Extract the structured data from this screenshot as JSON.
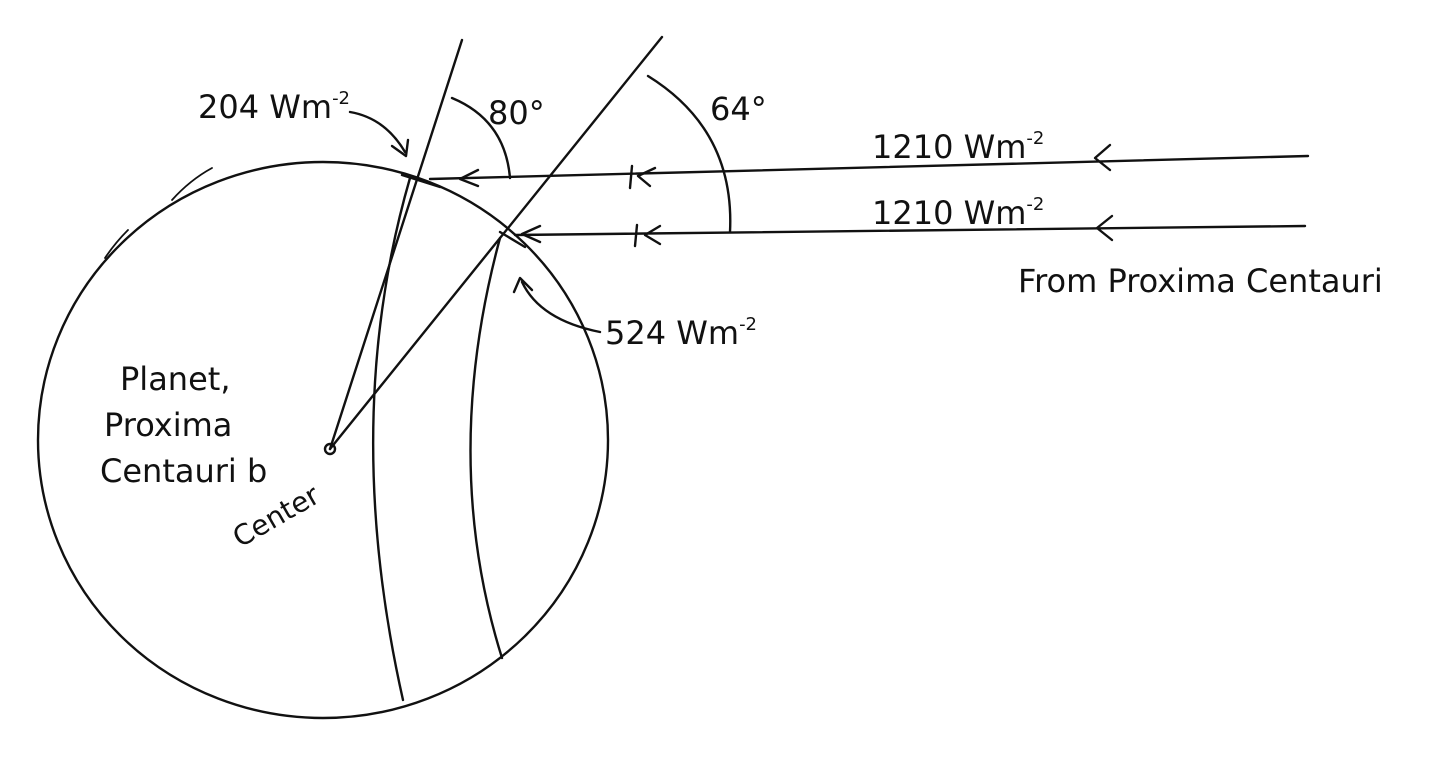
{
  "labels": {
    "ray_top_flux": "1210 Wm",
    "ray_top_exp": "-2",
    "ray_bottom_flux": "1210 Wm",
    "ray_bottom_exp": "-2",
    "source": "From Proxima Centauri",
    "angle_80": "80°",
    "angle_64": "64°",
    "flux_204": "204 Wm",
    "flux_204_exp": "-2",
    "flux_524": "524 Wm",
    "flux_524_exp": "-2",
    "planet_line1": "Planet,",
    "planet_line2": "Proxima",
    "planet_line3": "Centauri b",
    "center": "Center"
  }
}
